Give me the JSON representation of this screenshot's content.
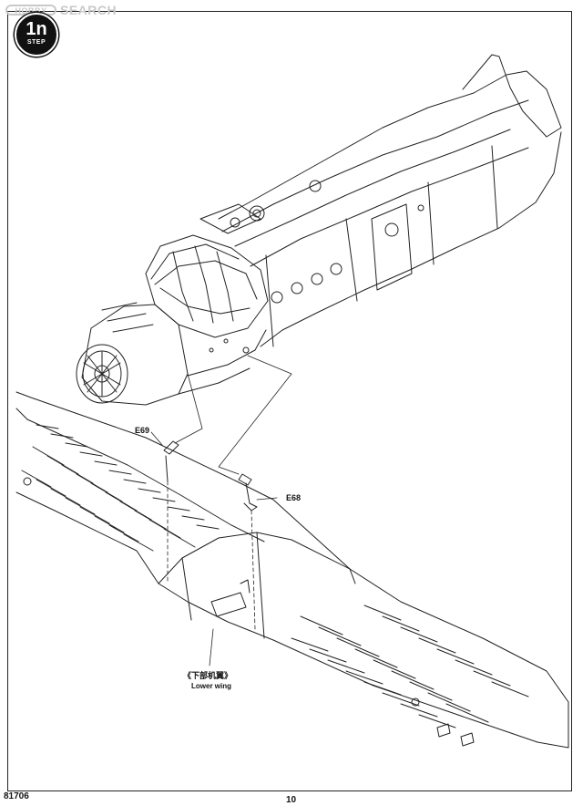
{
  "watermark": {
    "text": "SEARCH",
    "logo_label": "HOBBY"
  },
  "step": {
    "number": "1n",
    "word": "STEP"
  },
  "parts": {
    "e69": "E69",
    "e68": "E68"
  },
  "callout": {
    "chinese": "《下部机翼》",
    "english": "Lower wing"
  },
  "footer": {
    "product_code": "81706",
    "page_number": "10"
  }
}
